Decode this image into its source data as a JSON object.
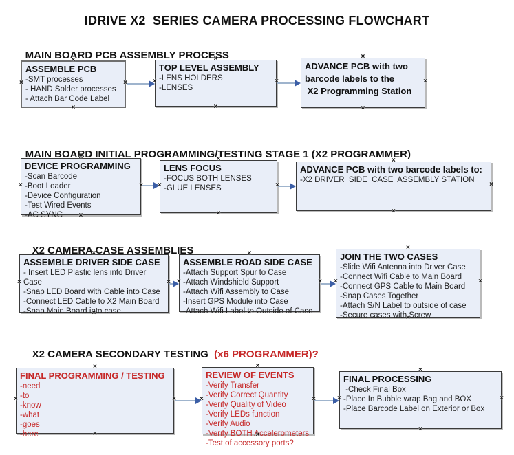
{
  "title": "IDRIVE X2  SERIES CAMERA PROCESSING FLOWCHART",
  "colors": {
    "red_accent": "#c62828",
    "box_fill": "#e9eef8",
    "arrow_line": "#9fb4cd",
    "arrow_head": "#3b5ea6"
  },
  "sections": [
    {
      "heading": "MAIN BOARD PCB ASSEMBLY PROCESS",
      "heading_red": "",
      "boxes": [
        {
          "title": "ASSEMBLE PCB",
          "items": [
            "-SMT processes",
            "- HAND Solder processes",
            "- Attach Bar Code Label"
          ]
        },
        {
          "title": "TOP LEVEL ASSEMBLY",
          "items": [
            "-LENS HOLDERS",
            "-LENSES"
          ]
        },
        {
          "title": "ADVANCE PCB with two\nbarcode labels to the\n X2 Programming Station",
          "items": []
        }
      ]
    },
    {
      "heading": "MAIN BOARD INITIAL PROGRAMMING/TESTING STAGE 1 (X2 PROGRAMMER)",
      "heading_red": "",
      "boxes": [
        {
          "title": "DEVICE PROGRAMMING",
          "items": [
            "-Scan Barcode",
            "-Boot Loader",
            "-Device Configuration",
            "-Test Wired Events",
            "-AC SYNC"
          ]
        },
        {
          "title": "LENS FOCUS",
          "items": [
            "-FOCUS BOTH LENSES",
            "-GLUE LENSES"
          ]
        },
        {
          "title": "ADVANCE PCB with two barcode labels to:",
          "items": [
            "-X2 DRIVER  SIDE  CASE  ASSEMBLY STATION"
          ]
        }
      ]
    },
    {
      "heading": "X2 CAMERA CASE ASSEMBLIES",
      "heading_red": "",
      "boxes": [
        {
          "title": "ASSEMBLE DRIVER SIDE CASE",
          "items": [
            "- Insert LED Plastic lens into Driver Case",
            "-Snap LED Board with Cable into Case",
            "-Connect LED Cable to X2 Main Board",
            "-Snap Main Board into case"
          ]
        },
        {
          "title": "ASSEMBLE ROAD SIDE CASE",
          "items": [
            "-Attach Support Spur to Case",
            "-Attach Windshield Support",
            "-Attach Wifi Assembly to Case",
            "-Insert GPS Module into Case",
            "-Attach Wifi Label to Outside of Case"
          ]
        },
        {
          "title": "JOIN THE TWO CASES",
          "items": [
            "-Slide Wifi Antenna into Driver Case",
            "-Connect Wifi Cable to Main Board",
            "-Connect GPS Cable to Main Board",
            "-Snap Cases Together",
            "-Attach S/N Label to outside of case",
            "-Secure cases with Screw"
          ]
        }
      ]
    },
    {
      "heading": "X2 CAMERA SECONDARY TESTING ",
      "heading_red": " (x6 PROGRAMMER)?",
      "boxes": [
        {
          "title": "FINAL PROGRAMMING / TESTING",
          "items": [
            "-need",
            "-to",
            "-know",
            "-what",
            "-goes",
            "-here"
          ]
        },
        {
          "title": "REVIEW OF EVENTS",
          "items": [
            "-Verify Transfer",
            "-Verify Correct Quantity",
            "-Verify Quality of Video",
            "-Verify LEDs function",
            "-Verify Audio",
            "-Verify BOTH Accelerometers",
            "-Test of accessory ports?"
          ]
        },
        {
          "title": "FINAL PROCESSING",
          "items": [
            " -Check Final Box",
            "-Place In Bubble wrap Bag and BOX",
            "-Place Barcode Label on Exterior or Box"
          ]
        }
      ]
    }
  ]
}
